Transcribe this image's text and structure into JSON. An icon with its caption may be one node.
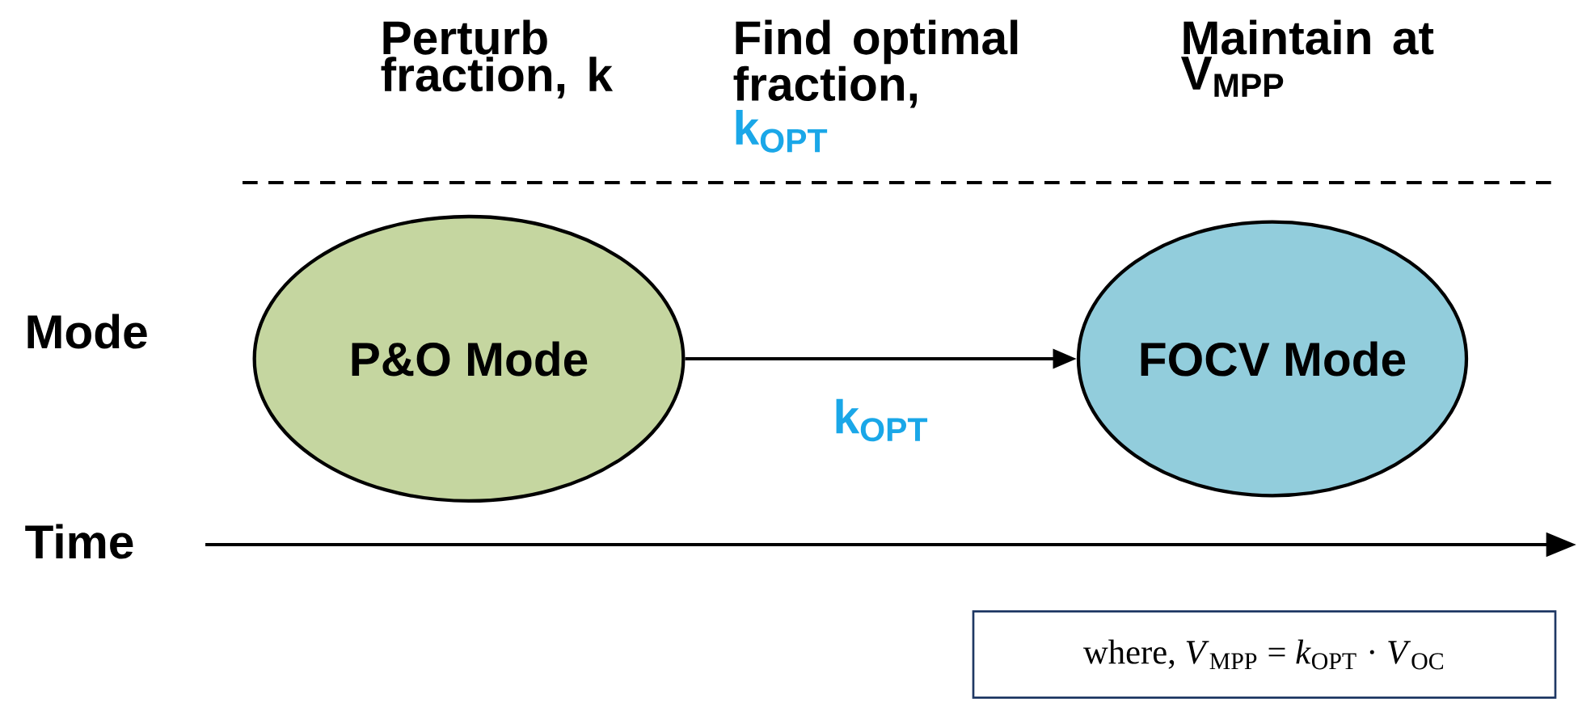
{
  "diagram": {
    "nodes": [
      {
        "text": [
          "P&O Mode"
        ]
      },
      {
        "text": [
          "FOCV Mode"
        ]
      }
    ],
    "edges": [
      {
        "from": 0,
        "to": 1,
        "arrow": "to",
        "label": "k$_{OPT}$"
      }
    ],
    "labels": [
      "Perturb fraction, k",
      "Find optimal fraction,",
      "k$_{OPT}$",
      "Maintain at V$_{MPP}$",
      "Mode",
      "Time",
      "where, *V*$_{MPP}$ = *k*$_{OPT}$ · *V*$_{OC}$"
    ]
  }
}
